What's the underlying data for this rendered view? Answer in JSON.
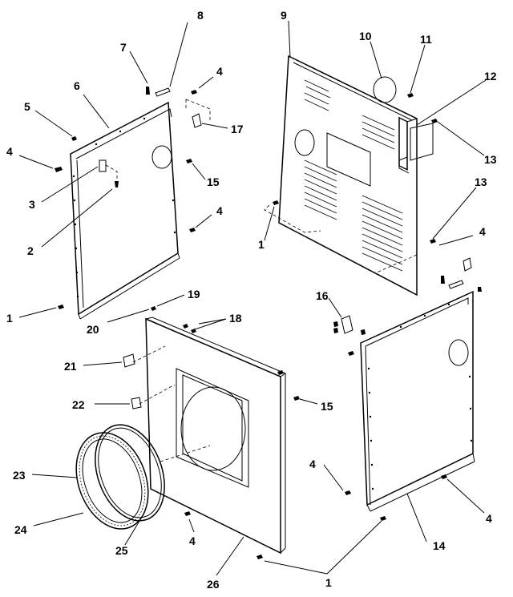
{
  "callouts": {
    "c1a": "1",
    "c1b": "1",
    "c1c": "1",
    "c2": "2",
    "c3": "3",
    "c4a": "4",
    "c4b": "4",
    "c4c": "4",
    "c4d": "4",
    "c4e": "4",
    "c4f": "4",
    "c4g": "4",
    "c5": "5",
    "c6": "6",
    "c7": "7",
    "c8": "8",
    "c9": "9",
    "c10": "10",
    "c11": "11",
    "c12": "12",
    "c13a": "13",
    "c13b": "13",
    "c14": "14",
    "c15a": "15",
    "c15b": "15",
    "c16": "16",
    "c17": "17",
    "c18": "18",
    "c19": "19",
    "c20": "20",
    "c21": "21",
    "c22": "22",
    "c23": "23",
    "c24": "24",
    "c25": "25",
    "c26": "26"
  }
}
